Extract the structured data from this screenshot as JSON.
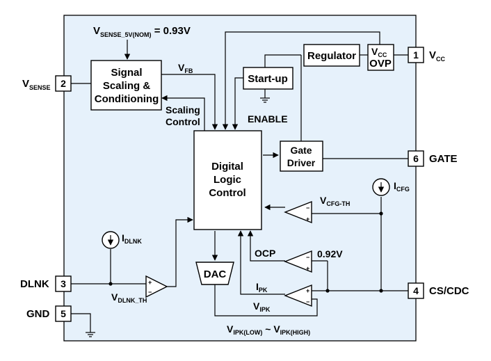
{
  "chip_color": "#e6f1fb",
  "blocks": {
    "signal": [
      "Signal",
      "Scaling &",
      "Conditioning"
    ],
    "digital": [
      "Digital",
      "Logic",
      "Control"
    ],
    "gate_driver": [
      "Gate",
      "Driver"
    ],
    "startup": "Start-up",
    "regulator": "Regulator",
    "ovp": "OVP",
    "dac": "DAC"
  },
  "pins": [
    {
      "num": "1",
      "name_main": "V",
      "name_sub": "CC"
    },
    {
      "num": "2",
      "name_main": "V",
      "name_sub": "SENSE"
    },
    {
      "num": "3",
      "name_main": "DLNK",
      "name_sub": ""
    },
    {
      "num": "4",
      "name_main": "CS/CDC",
      "name_sub": ""
    },
    {
      "num": "5",
      "name_main": "GND",
      "name_sub": ""
    },
    {
      "num": "6",
      "name_main": "GATE",
      "name_sub": ""
    }
  ],
  "labels": {
    "vsense_nom_main": "V",
    "vsense_nom_sub": "SENSE_5V(NOM)",
    "vsense_nom_value": " = 0.93V",
    "vfb_main": "V",
    "vfb_sub": "FB",
    "scaling_control": [
      "Scaling",
      "Control"
    ],
    "enable": "ENABLE",
    "vcc_ovp_main": "V",
    "vcc_ovp_sub": "CC",
    "icfg_main": "I",
    "icfg_sub": "CFG",
    "vcfg_th_main": "V",
    "vcfg_th_sub": "CFG-TH",
    "ocp": "OCP",
    "ocp_ref": "0.92V",
    "ipk_main": "I",
    "ipk_sub": "PK",
    "vipk_main": "V",
    "vipk_sub": "IPK",
    "vipk_range_a_main": "V",
    "vipk_range_a_sub": "IPK(LOW)",
    "vipk_range_sep": " ~ ",
    "vipk_range_b_main": "V",
    "vipk_range_b_sub": "IPK(HIGH)",
    "idlnk_main": "I",
    "idlnk_sub": "DLNK",
    "vdlnk_main": "V",
    "vdlnk_sub": "DLNK_TH"
  }
}
